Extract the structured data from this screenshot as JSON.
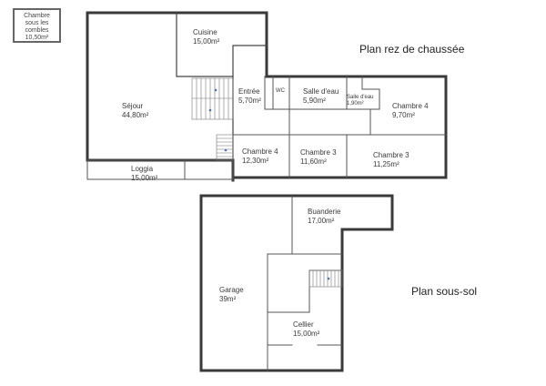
{
  "legend": {
    "line1": "Chambre",
    "line2": "sous les",
    "line3": "combles",
    "area": "10,50m²"
  },
  "ground_floor": {
    "title": "Plan rez de chaussée",
    "rooms": [
      {
        "name": "Cuisine",
        "area": "15,00m²"
      },
      {
        "name": "Séjour",
        "area": "44,80m²"
      },
      {
        "name": "Entrée",
        "area": "5,70m²"
      },
      {
        "name": "WC",
        "area": ""
      },
      {
        "name": "Salle d'eau",
        "area": "5,90m²"
      },
      {
        "name": "Salle d'eau",
        "area": "1,90m²"
      },
      {
        "name": "Chambre 4",
        "area": "9,70m²"
      },
      {
        "name": "Chambre 4",
        "area": "12,30m²"
      },
      {
        "name": "Chambre 3",
        "area": "11,60m²"
      },
      {
        "name": "Chambre 3",
        "area": "11,25m²"
      },
      {
        "name": "Loggia",
        "area": "15,00m²"
      }
    ]
  },
  "basement": {
    "title": "Plan sous-sol",
    "rooms": [
      {
        "name": "Buanderie",
        "area": "17,00m²"
      },
      {
        "name": "Garage",
        "area": "39m²"
      },
      {
        "name": "Cellier",
        "area": "15,00m²"
      }
    ]
  },
  "colors": {
    "wall": "#3a3a3a",
    "thin_wall": "#555555",
    "stair": "#666666",
    "arrow": "#4a6fb5"
  }
}
